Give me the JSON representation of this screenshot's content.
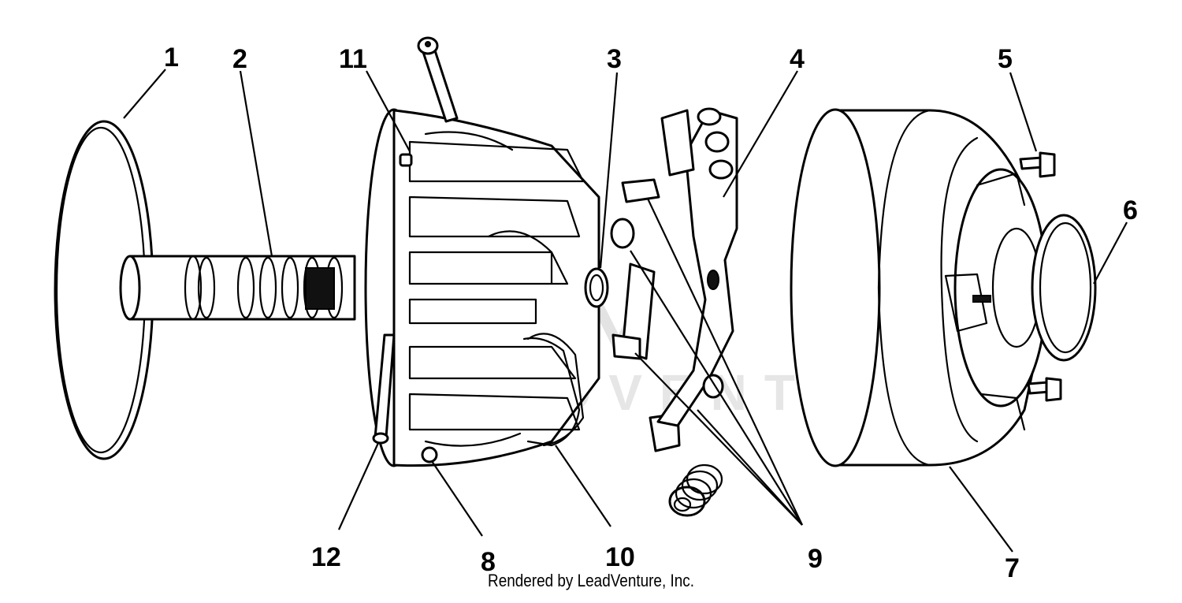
{
  "callouts": [
    "1",
    "2",
    "3",
    "4",
    "5",
    "6",
    "7",
    "8",
    "9",
    "10",
    "11",
    "12"
  ],
  "footer": {
    "credit": "Rendered by LeadVenture, Inc."
  }
}
